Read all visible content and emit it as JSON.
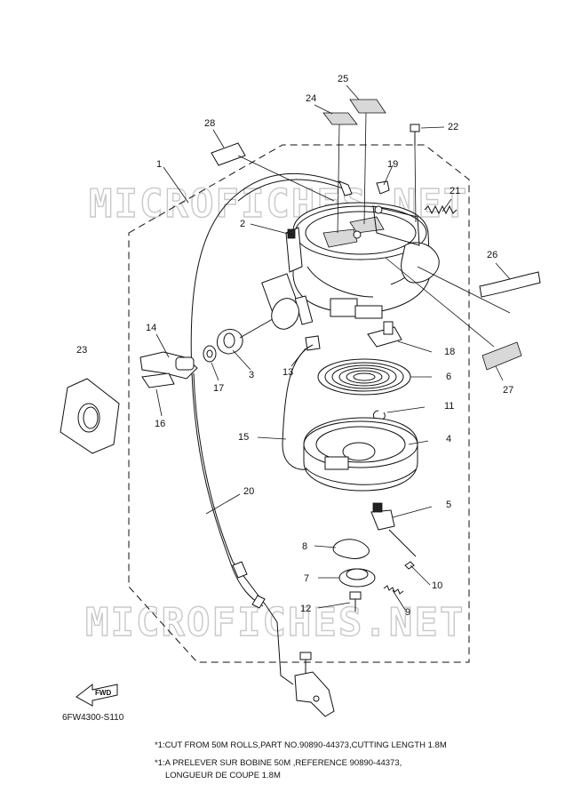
{
  "diagram": {
    "watermark": "MICROFICHES.NET",
    "diagram_code": "6FW4300-S110",
    "fwd_label": "FWD",
    "callouts": [
      "1",
      "2",
      "3",
      "4",
      "5",
      "6",
      "7",
      "8",
      "9",
      "10",
      "11",
      "12",
      "13",
      "14",
      "15",
      "16",
      "17",
      "18",
      "19",
      "20",
      "21",
      "22",
      "23",
      "24",
      "25",
      "26",
      "27",
      "28"
    ]
  },
  "footnotes": {
    "line1": "*1:CUT FROM 50M ROLLS,PART NO.90890-44373,CUTTING LENGTH 1.8M",
    "line2": "*1:A PRELEVER SUR BOBINE 50M ,REFERENCE 90890-44373,",
    "line3": "LONGUEUR DE COUPE 1.8M"
  }
}
